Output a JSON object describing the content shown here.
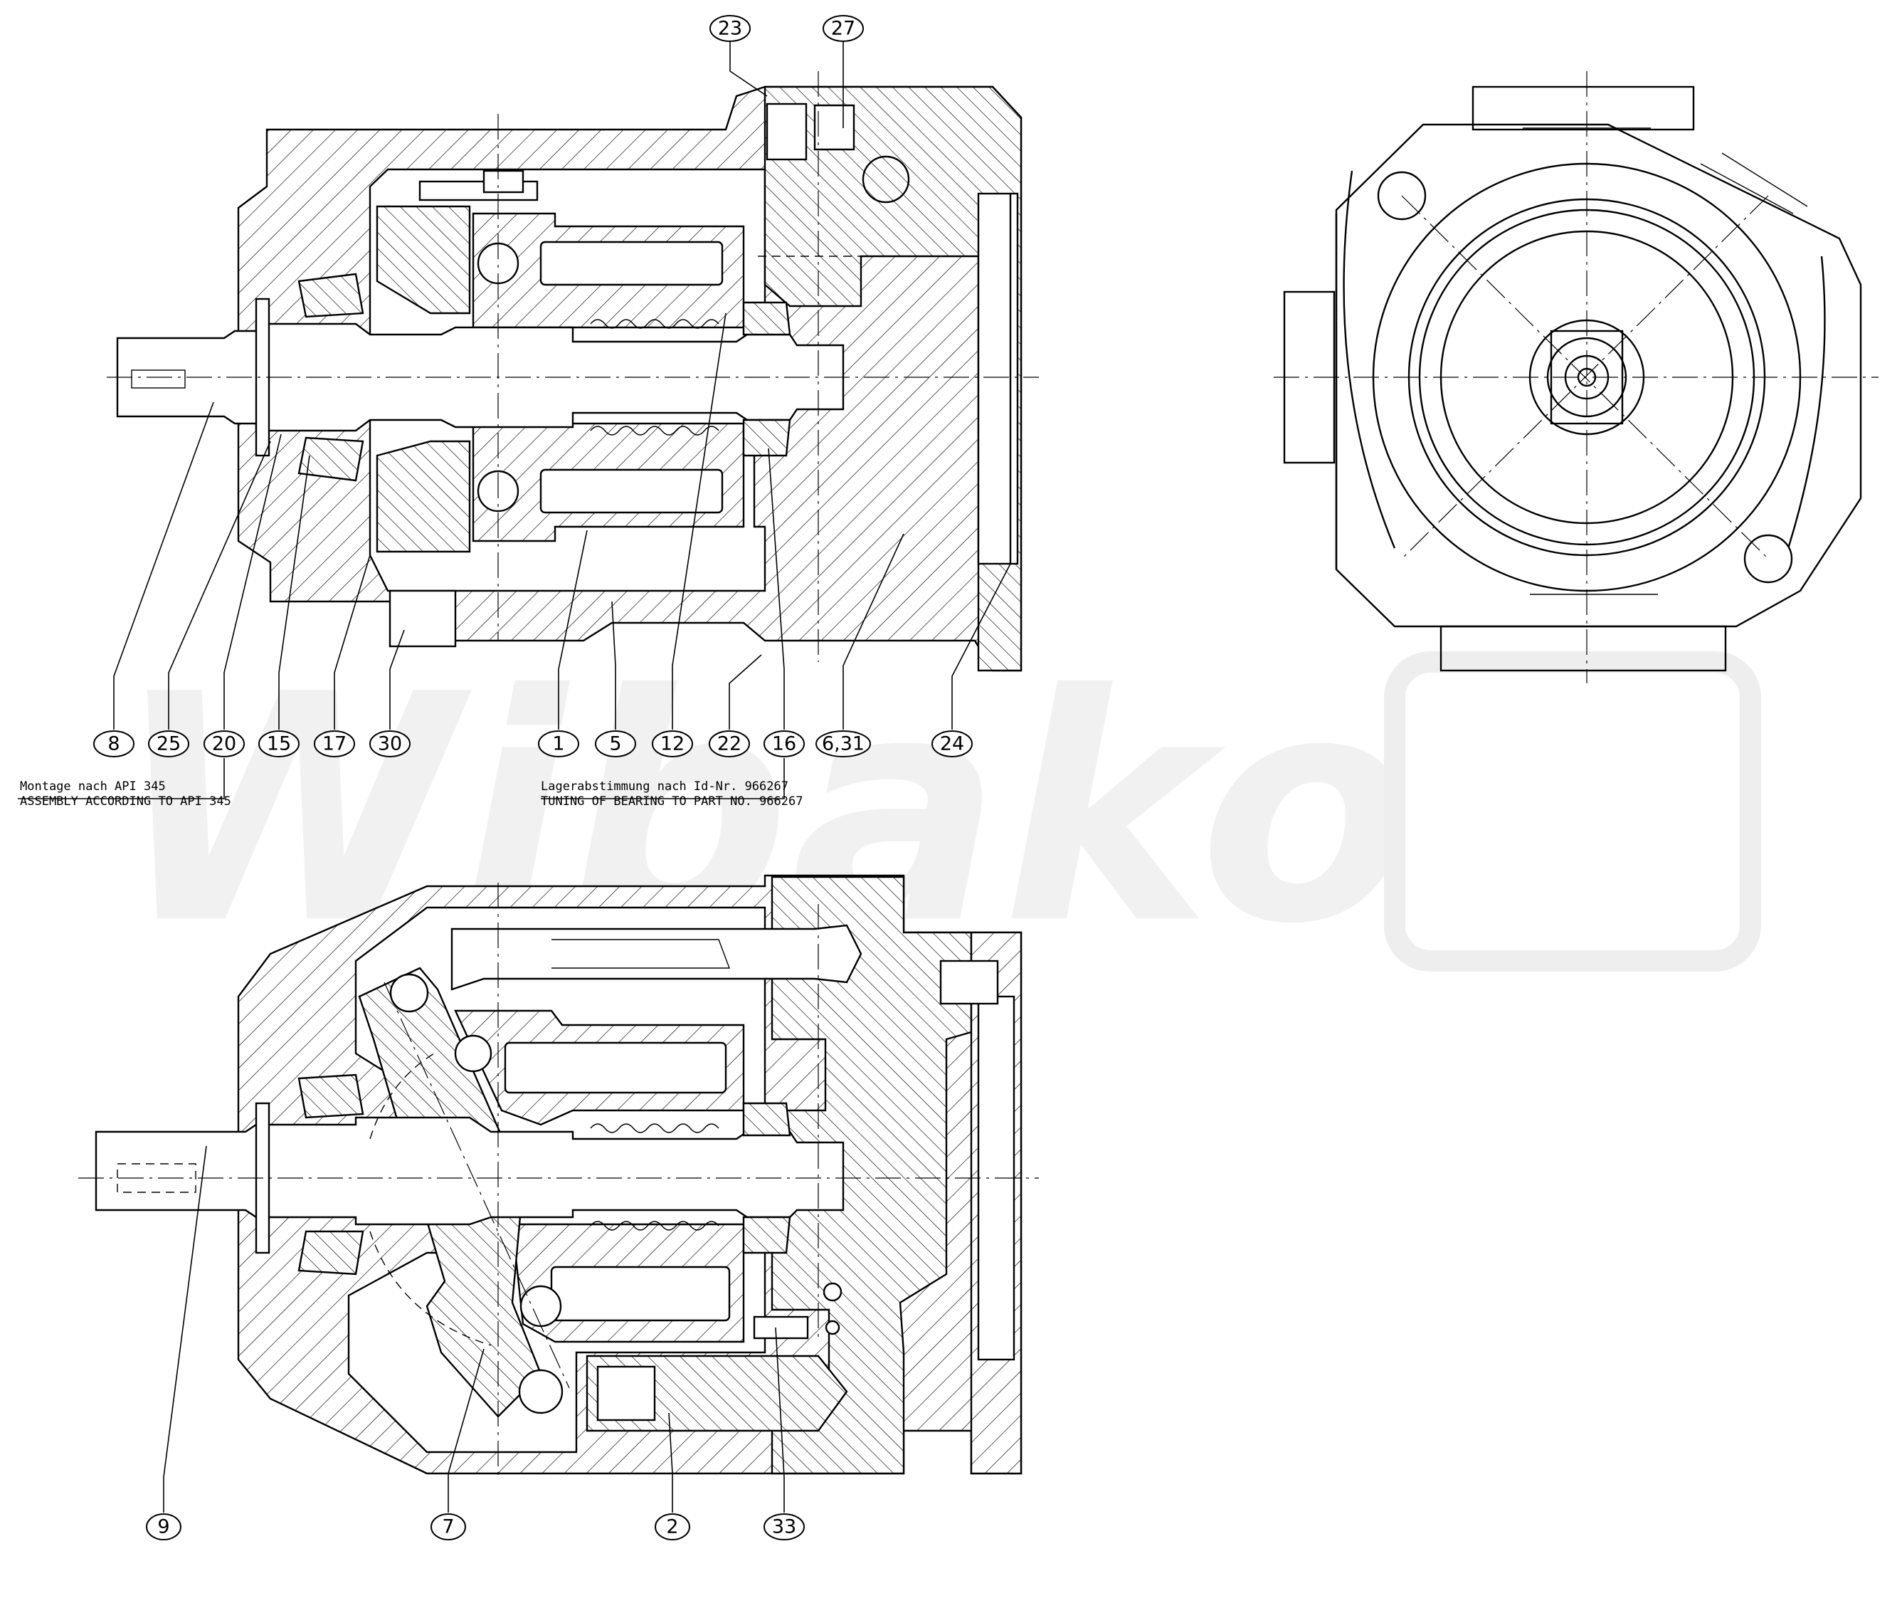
{
  "watermark": {
    "text": "Wibako"
  },
  "balloons": {
    "b23": "23",
    "b27": "27",
    "b8": "8",
    "b25": "25",
    "b20": "20",
    "b15": "15",
    "b17": "17",
    "b30": "30",
    "b1": "1",
    "b5": "5",
    "b12": "12",
    "b22": "22",
    "b16": "16",
    "b631": "6,31",
    "b24": "24",
    "b9": "9",
    "b7": "7",
    "b2": "2",
    "b33": "33"
  },
  "notes": {
    "assembly_de": "Montage nach API 345",
    "assembly_en": "ASSEMBLY ACCORDING TO API 345",
    "bearing_de": "Lagerabstimmung nach Id-Nr. 966267",
    "bearing_en": "TUNING OF BEARING TO PART NO. 966267"
  }
}
